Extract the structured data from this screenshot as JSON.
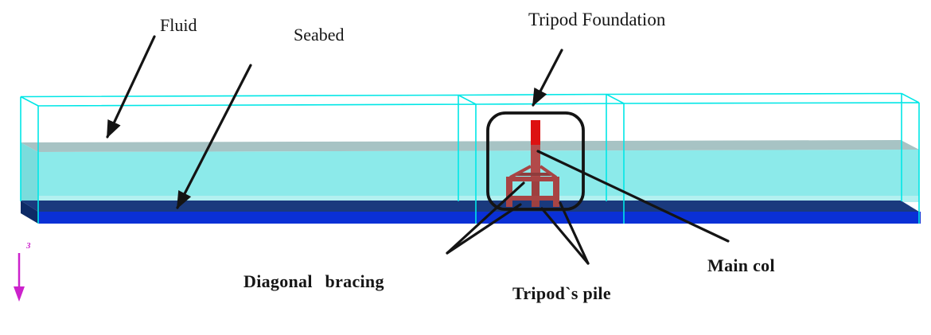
{
  "scene": {
    "labels": {
      "fluid": "Fluid",
      "seabed": "Seabed",
      "tripod_foundation": "Tripod Foundation",
      "diagonal_bracing": "Diagonal bracing",
      "tripods_pile": "Tripod`s pile",
      "main_col": "Main col"
    },
    "axis_indicator": {
      "glyph": "3",
      "color": "#cc22cc"
    },
    "colors": {
      "wireframe_cyan": "#00e6e6",
      "fluid_surface_gray": "#a7c3c4",
      "fluid_body_cyan": "#8ceaea",
      "fluid_side_cyan": "#7adcdc",
      "fluid_streak": "#b9f1f1",
      "seabed_top_navy": "#1a3a7e",
      "seabed_front_blue": "#0a30d6",
      "seabed_side_dark": "#0d2a66",
      "column_red": "#dd1111",
      "column_submerged_red": "#b24a4a",
      "frame_red": "#a84444",
      "pile_red": "#9e4040",
      "frame_back_red": "#8f3c3c",
      "annotation_black": "#141414"
    }
  }
}
